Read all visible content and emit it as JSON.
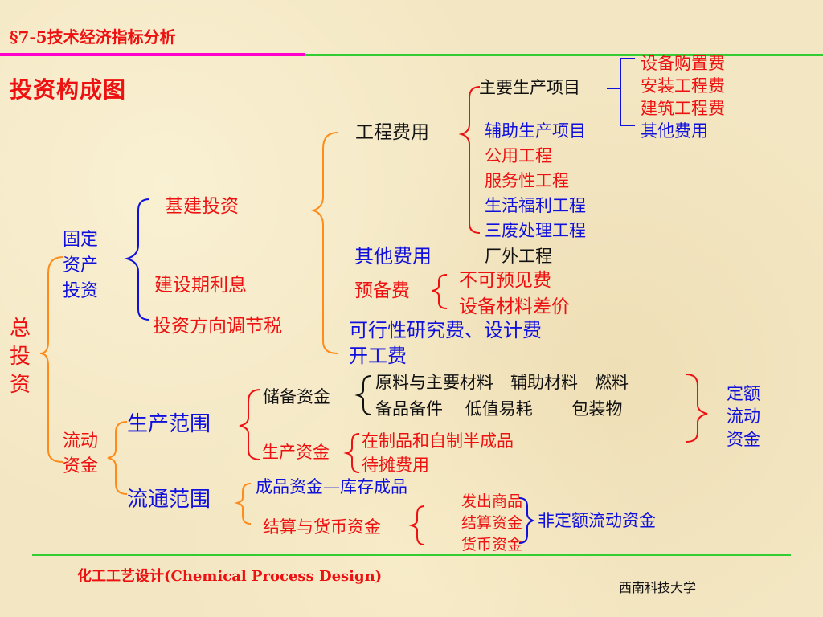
{
  "header": {
    "section_title": "§7-5技术经济指标分析"
  },
  "slide": {
    "title": "投资构成图"
  },
  "colors": {
    "magenta_bar": "#ff00cc",
    "green_line": "#33cc33",
    "red_text": "#ee1111",
    "blue_text": "#1010dd",
    "orange_bracket": "#ff8c1a"
  },
  "tree": {
    "root": [
      "总",
      "投",
      "资"
    ],
    "fixed": [
      "固定",
      "资产",
      "投资"
    ],
    "construction": "基建投资",
    "interest": "建设期利息",
    "tax": "投资方向调节税",
    "engineering_cost": "工程费用",
    "other_cost": "其他费用",
    "reserve_cost": "预备费",
    "feasibility": "可行性研究费、设计费",
    "startup": "开工费",
    "main_project": "主要生产项目",
    "main_items": [
      "设备购置费",
      "安装工程费",
      "建筑工程费",
      "其他费用"
    ],
    "aux_project": "辅助生产项目",
    "public_eng": "公用工程",
    "service_eng": "服务性工程",
    "welfare_eng": "生活福利工程",
    "waste_eng": "三废处理工程",
    "outside_eng": "厂外工程",
    "unforeseen": "不可预见费",
    "material_diff": "设备材料差价",
    "working": [
      "流动",
      "资金"
    ],
    "production_scope": "生产范围",
    "circulation_scope": "流通范围",
    "reserve_fund": "储备资金",
    "reserve_items_1": "原料与主要材料　辅助材料　燃料",
    "reserve_items_2": "备品备件　 低值易耗　　 包装物",
    "production_fund": "生产资金",
    "wip": "在制品和自制半成品",
    "prepaid": "待摊费用",
    "rated": [
      "定额",
      "流动",
      "资金"
    ],
    "finished_goods": "成品资金—库存成品",
    "settlement_fund": "结算与货币资金",
    "settlement_items": [
      "发出商品",
      "结算资金",
      "货币资金"
    ],
    "non_rated": "非定额流动资金"
  },
  "footer": {
    "course": "化工工艺设计(Chemical Process Design)",
    "university": "西南科技大学"
  }
}
